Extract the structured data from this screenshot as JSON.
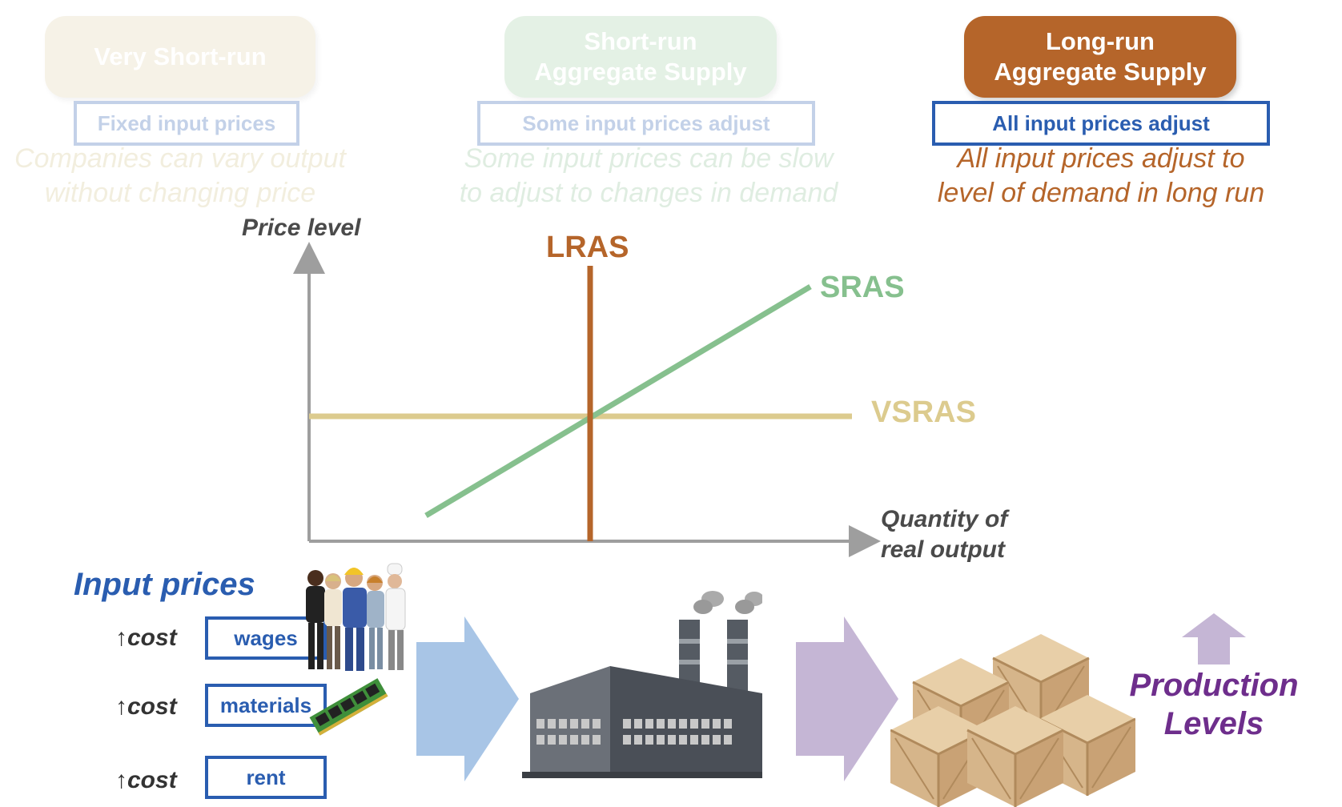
{
  "columns": [
    {
      "title_line1": "Very Short-run",
      "title_line2": "",
      "tag": "Fixed input prices",
      "desc_line1": "Companies can vary output",
      "desc_line2": "without changing price",
      "pill_color": "#e2d3ad",
      "text_color": "#d2c48c"
    },
    {
      "title_line1": "Short-run",
      "title_line2": "Aggregate Supply",
      "tag": "Some input prices adjust",
      "desc_line1": "Some input prices can be slow",
      "desc_line2": "to adjust to changes in demand",
      "pill_color": "#9fd0a3",
      "text_color": "#8fbf95"
    },
    {
      "title_line1": "Long-run",
      "title_line2": "Aggregate Supply",
      "tag": "All input prices adjust",
      "desc_line1": "All input prices adjust to",
      "desc_line2": "level of demand in long run",
      "pill_color": "#b5652a",
      "text_color": "#b5652a"
    }
  ],
  "graph": {
    "y_label": "Price level",
    "x_label_line1": "Quantity of",
    "x_label_line2": "real output",
    "curves": {
      "lras": {
        "label": "LRAS",
        "color": "#b5652a"
      },
      "sras": {
        "label": "SRAS",
        "color": "#86c08e"
      },
      "vsras": {
        "label": "VSRAS",
        "color": "#dccb8e"
      }
    }
  },
  "inputs": {
    "title": "Input prices",
    "cost_label": "↑cost",
    "items": [
      "wages",
      "materials",
      "rent"
    ]
  },
  "output": {
    "label_line1": "Production",
    "label_line2": "Levels"
  },
  "colors": {
    "accent_blue": "#2a5db0",
    "purple": "#6e2e8c",
    "arrow_blue": "#a8c5e6",
    "arrow_purple": "#c5b6d5"
  },
  "icons": [
    "workers-image",
    "circuit-board-image",
    "factory-image",
    "crates-image",
    "up-arrow-icon"
  ]
}
